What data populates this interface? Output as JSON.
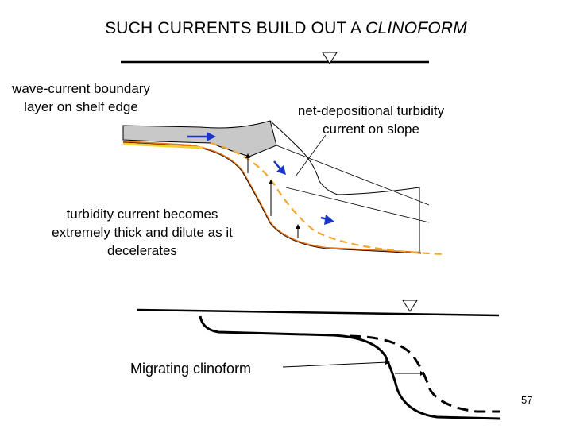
{
  "slide": {
    "title_main": "SUCH CURRENTS BUILD OUT A ",
    "title_emph": "CLINOFORM",
    "page_number": "57"
  },
  "labels": {
    "wave_current": "wave-current boundary layer on shelf edge",
    "net_depositional": "net-depositional turbidity current on slope",
    "turbidity_thick": "turbidity current becomes extremely thick and dilute as it decelerates",
    "migrating": "Migrating clinoform"
  },
  "colors": {
    "current_body": "#c8c8c8",
    "sea_floor_orange": "#e8751a",
    "dilute_current_dash": "#f0a830",
    "shelf_layer_yellow": "#f2d22a",
    "flow_arrow_blue": "#1a35c8",
    "line": "#000000"
  },
  "icons": [
    "water-level-triangle-icon",
    "flow-arrow-icon"
  ]
}
